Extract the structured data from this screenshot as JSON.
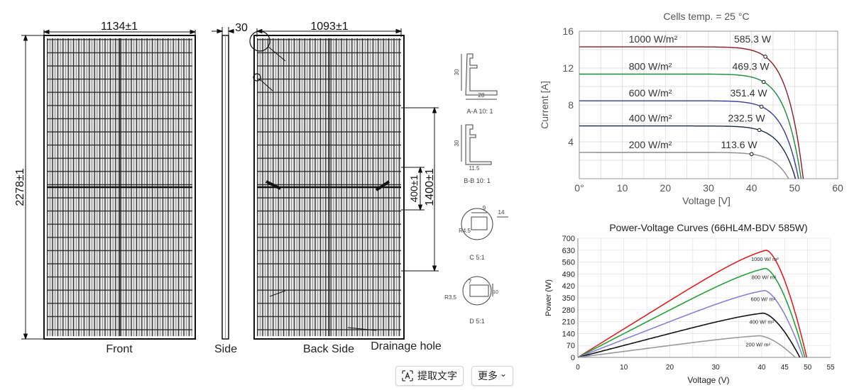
{
  "drawing": {
    "dim_width_front": "1134±1",
    "dim_side_thickness": "30",
    "dim_width_back": "1093±1",
    "dim_height": "2278±1",
    "dim_mount_spacing": "1400±1",
    "dim_drain_spacing": "400±1",
    "label_front": "Front",
    "label_side": "Side",
    "label_back": "Back Side",
    "label_drain": "Drainage hole",
    "details": [
      {
        "label": "A-A 10: 1",
        "dims": [
          "30",
          "28"
        ]
      },
      {
        "label": "B-B 10: 1",
        "dims": [
          "30",
          "11.5"
        ]
      },
      {
        "label": "C 5:1",
        "dims": [
          "9",
          "14",
          "R4.5"
        ]
      },
      {
        "label": "D 5:1",
        "dims": [
          "7",
          "10",
          "R3.5"
        ]
      }
    ]
  },
  "chart_data": [
    {
      "type": "line",
      "title": "Cells temp. = 25 °C",
      "xlabel": "Voltage [V]",
      "ylabel": "Current [A]",
      "xlim": [
        0,
        60
      ],
      "ylim": [
        0,
        16
      ],
      "xticks": [
        "0°",
        "10",
        "20",
        "30",
        "40",
        "50",
        "60"
      ],
      "yticks": [
        "16",
        "12",
        "8",
        "4"
      ],
      "grid": true,
      "series": [
        {
          "name": "1000 W/m²",
          "annotation": "585.3 W",
          "color": "#8b1a2a",
          "isc": 14.3,
          "voc": 52.0,
          "vmp": 43.2,
          "imp": 13.3
        },
        {
          "name": "800 W/m²",
          "annotation": "469.3 W",
          "color": "#1a8a3c",
          "isc": 11.35,
          "voc": 51.5,
          "vmp": 42.8,
          "imp": 10.7
        },
        {
          "name": "600 W/m²",
          "annotation": "351.4 W",
          "color": "#3a3a9c",
          "isc": 8.45,
          "voc": 50.9,
          "vmp": 42.3,
          "imp": 8.0
        },
        {
          "name": "400 W/m²",
          "annotation": "232.5 W",
          "color": "#1e2a44",
          "isc": 5.72,
          "voc": 50.2,
          "vmp": 41.8,
          "imp": 5.55
        },
        {
          "name": "200 W/m²",
          "annotation": "113.6 W",
          "color": "#8c8c8c",
          "isc": 2.85,
          "voc": 48.6,
          "vmp": 40.0,
          "imp": 2.65
        }
      ]
    },
    {
      "type": "line",
      "title": "Power-Voltage Curves (66HL4M-BDV 585W)",
      "xlabel": "Voltage (V)",
      "ylabel": "Power (W)",
      "xlim": [
        0,
        55
      ],
      "ylim": [
        0,
        700
      ],
      "xticks": [
        "0",
        "10",
        "20",
        "30",
        "40",
        "45",
        "50",
        "55"
      ],
      "yticks": [
        "700",
        "630",
        "560",
        "490",
        "420",
        "350",
        "280",
        "210",
        "140",
        "70",
        "0"
      ],
      "grid": true,
      "series": [
        {
          "name": "1000 W/ m²",
          "color": "#e02020",
          "pmax": 630,
          "vmp": 41.0,
          "voc": 49.8
        },
        {
          "name": "800 W/ m²",
          "color": "#22a33a",
          "pmax": 523,
          "vmp": 40.8,
          "voc": 49.4
        },
        {
          "name": "600 W/ m²",
          "color": "#8c7fd9",
          "pmax": 393,
          "vmp": 40.6,
          "voc": 49.0
        },
        {
          "name": "400 W/ m²",
          "color": "#111111",
          "pmax": 260,
          "vmp": 40.3,
          "voc": 48.3
        },
        {
          "name": "200 W/ m²",
          "color": "#9a9a9a",
          "pmax": 127,
          "vmp": 39.5,
          "voc": 47.3
        }
      ]
    }
  ],
  "toolbar": {
    "extract_text": "提取文字",
    "more": "更多",
    "more_chevron": "⌄",
    "extract_icon": "text-extract-icon"
  }
}
